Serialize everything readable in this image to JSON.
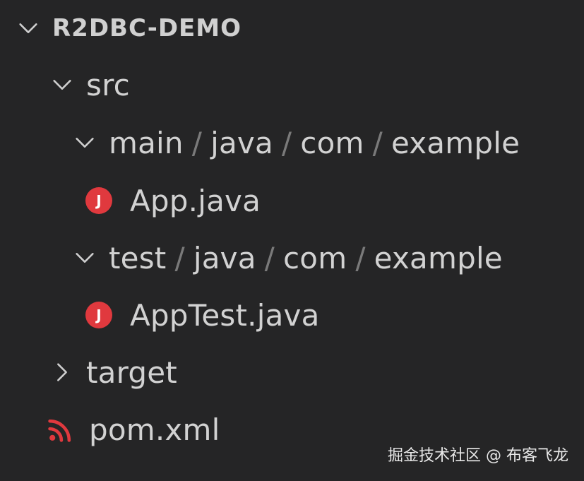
{
  "explorer": {
    "root": {
      "label": "R2DBC-DEMO",
      "expanded": true,
      "chevron_icon": "chevron-down-icon"
    },
    "src": {
      "label": "src",
      "expanded": true,
      "chevron_icon": "chevron-down-icon"
    },
    "main_path": {
      "segments": [
        "main",
        "java",
        "com",
        "example"
      ],
      "separator": "/",
      "expanded": true,
      "chevron_icon": "chevron-down-icon"
    },
    "app_java": {
      "label": "App.java",
      "icon": "java-file-icon",
      "icon_glyph": "J",
      "icon_color": "#e0393e"
    },
    "test_path": {
      "segments": [
        "test",
        "java",
        "com",
        "example"
      ],
      "separator": "/",
      "expanded": true,
      "chevron_icon": "chevron-down-icon"
    },
    "apptest_java": {
      "label": "AppTest.java",
      "icon": "java-file-icon",
      "icon_glyph": "J",
      "icon_color": "#e0393e"
    },
    "target": {
      "label": "target",
      "expanded": false,
      "chevron_icon": "chevron-right-icon"
    },
    "pom_xml": {
      "label": "pom.xml",
      "icon": "rss-feed-icon",
      "icon_color": "#e0393e"
    }
  },
  "watermark": {
    "text": "掘金技术社区 @ 布客飞龙"
  },
  "colors": {
    "background": "#252526",
    "text": "#d2d2d2",
    "separator": "#7a7a7a",
    "java_icon": "#e0393e"
  }
}
